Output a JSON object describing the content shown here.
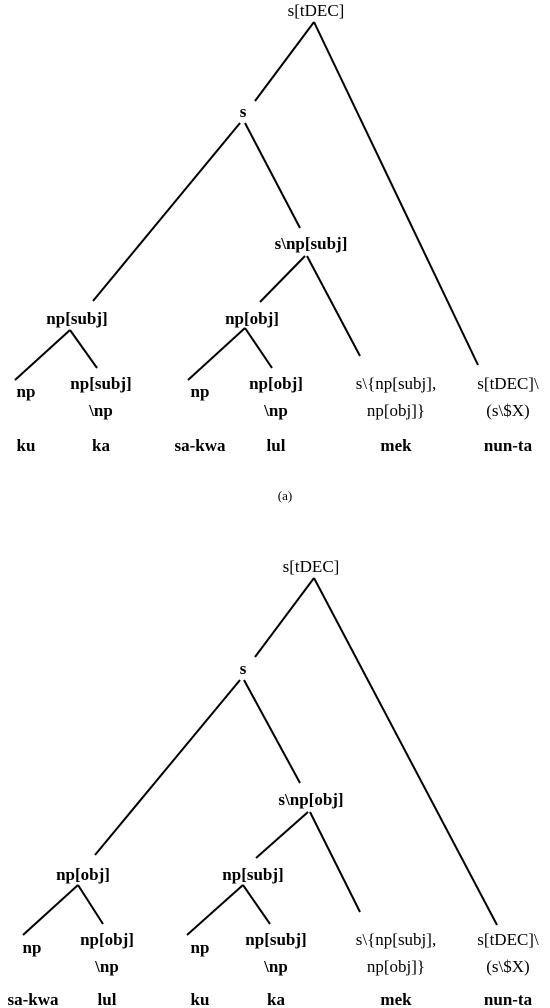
{
  "tree_a": {
    "root": "s[tDEC]",
    "s": "s",
    "vp": "s\\np[subj]",
    "np_left": "np[subj]",
    "np_mid": "np[obj]",
    "np1": "np",
    "np_subj_np_l1": "np[subj]",
    "np_subj_np_l2": "\\np",
    "np2": "np",
    "np_obj_np_l1": "np[obj]",
    "np_obj_np_l2": "\\np",
    "verb_l1": "s\\{np[subj],",
    "verb_l2": "np[obj]}",
    "tdec_l1": "s[tDEC]\\",
    "tdec_l2": "(s\\$X)",
    "words": [
      "ku",
      "ka",
      "sa-kwa",
      "lul",
      "mek",
      "nun-ta"
    ]
  },
  "caption_a": "(a)",
  "tree_b": {
    "root": "s[tDEC]",
    "s": "s",
    "vp": "s\\np[obj]",
    "np_left": "np[obj]",
    "np_mid": "np[subj]",
    "np1": "np",
    "np_obj_np_l1": "np[obj]",
    "np_obj_np_l2": "\\np",
    "np2": "np",
    "np_subj_np_l1": "np[subj]",
    "np_subj_np_l2": "\\np",
    "verb_l1": "s\\{np[subj],",
    "verb_l2": "np[obj]}",
    "tdec_l1": "s[tDEC]\\",
    "tdec_l2": "(s\\$X)",
    "words": [
      "sa-kwa",
      "lul",
      "ku",
      "ka",
      "mek",
      "nun-ta"
    ]
  }
}
